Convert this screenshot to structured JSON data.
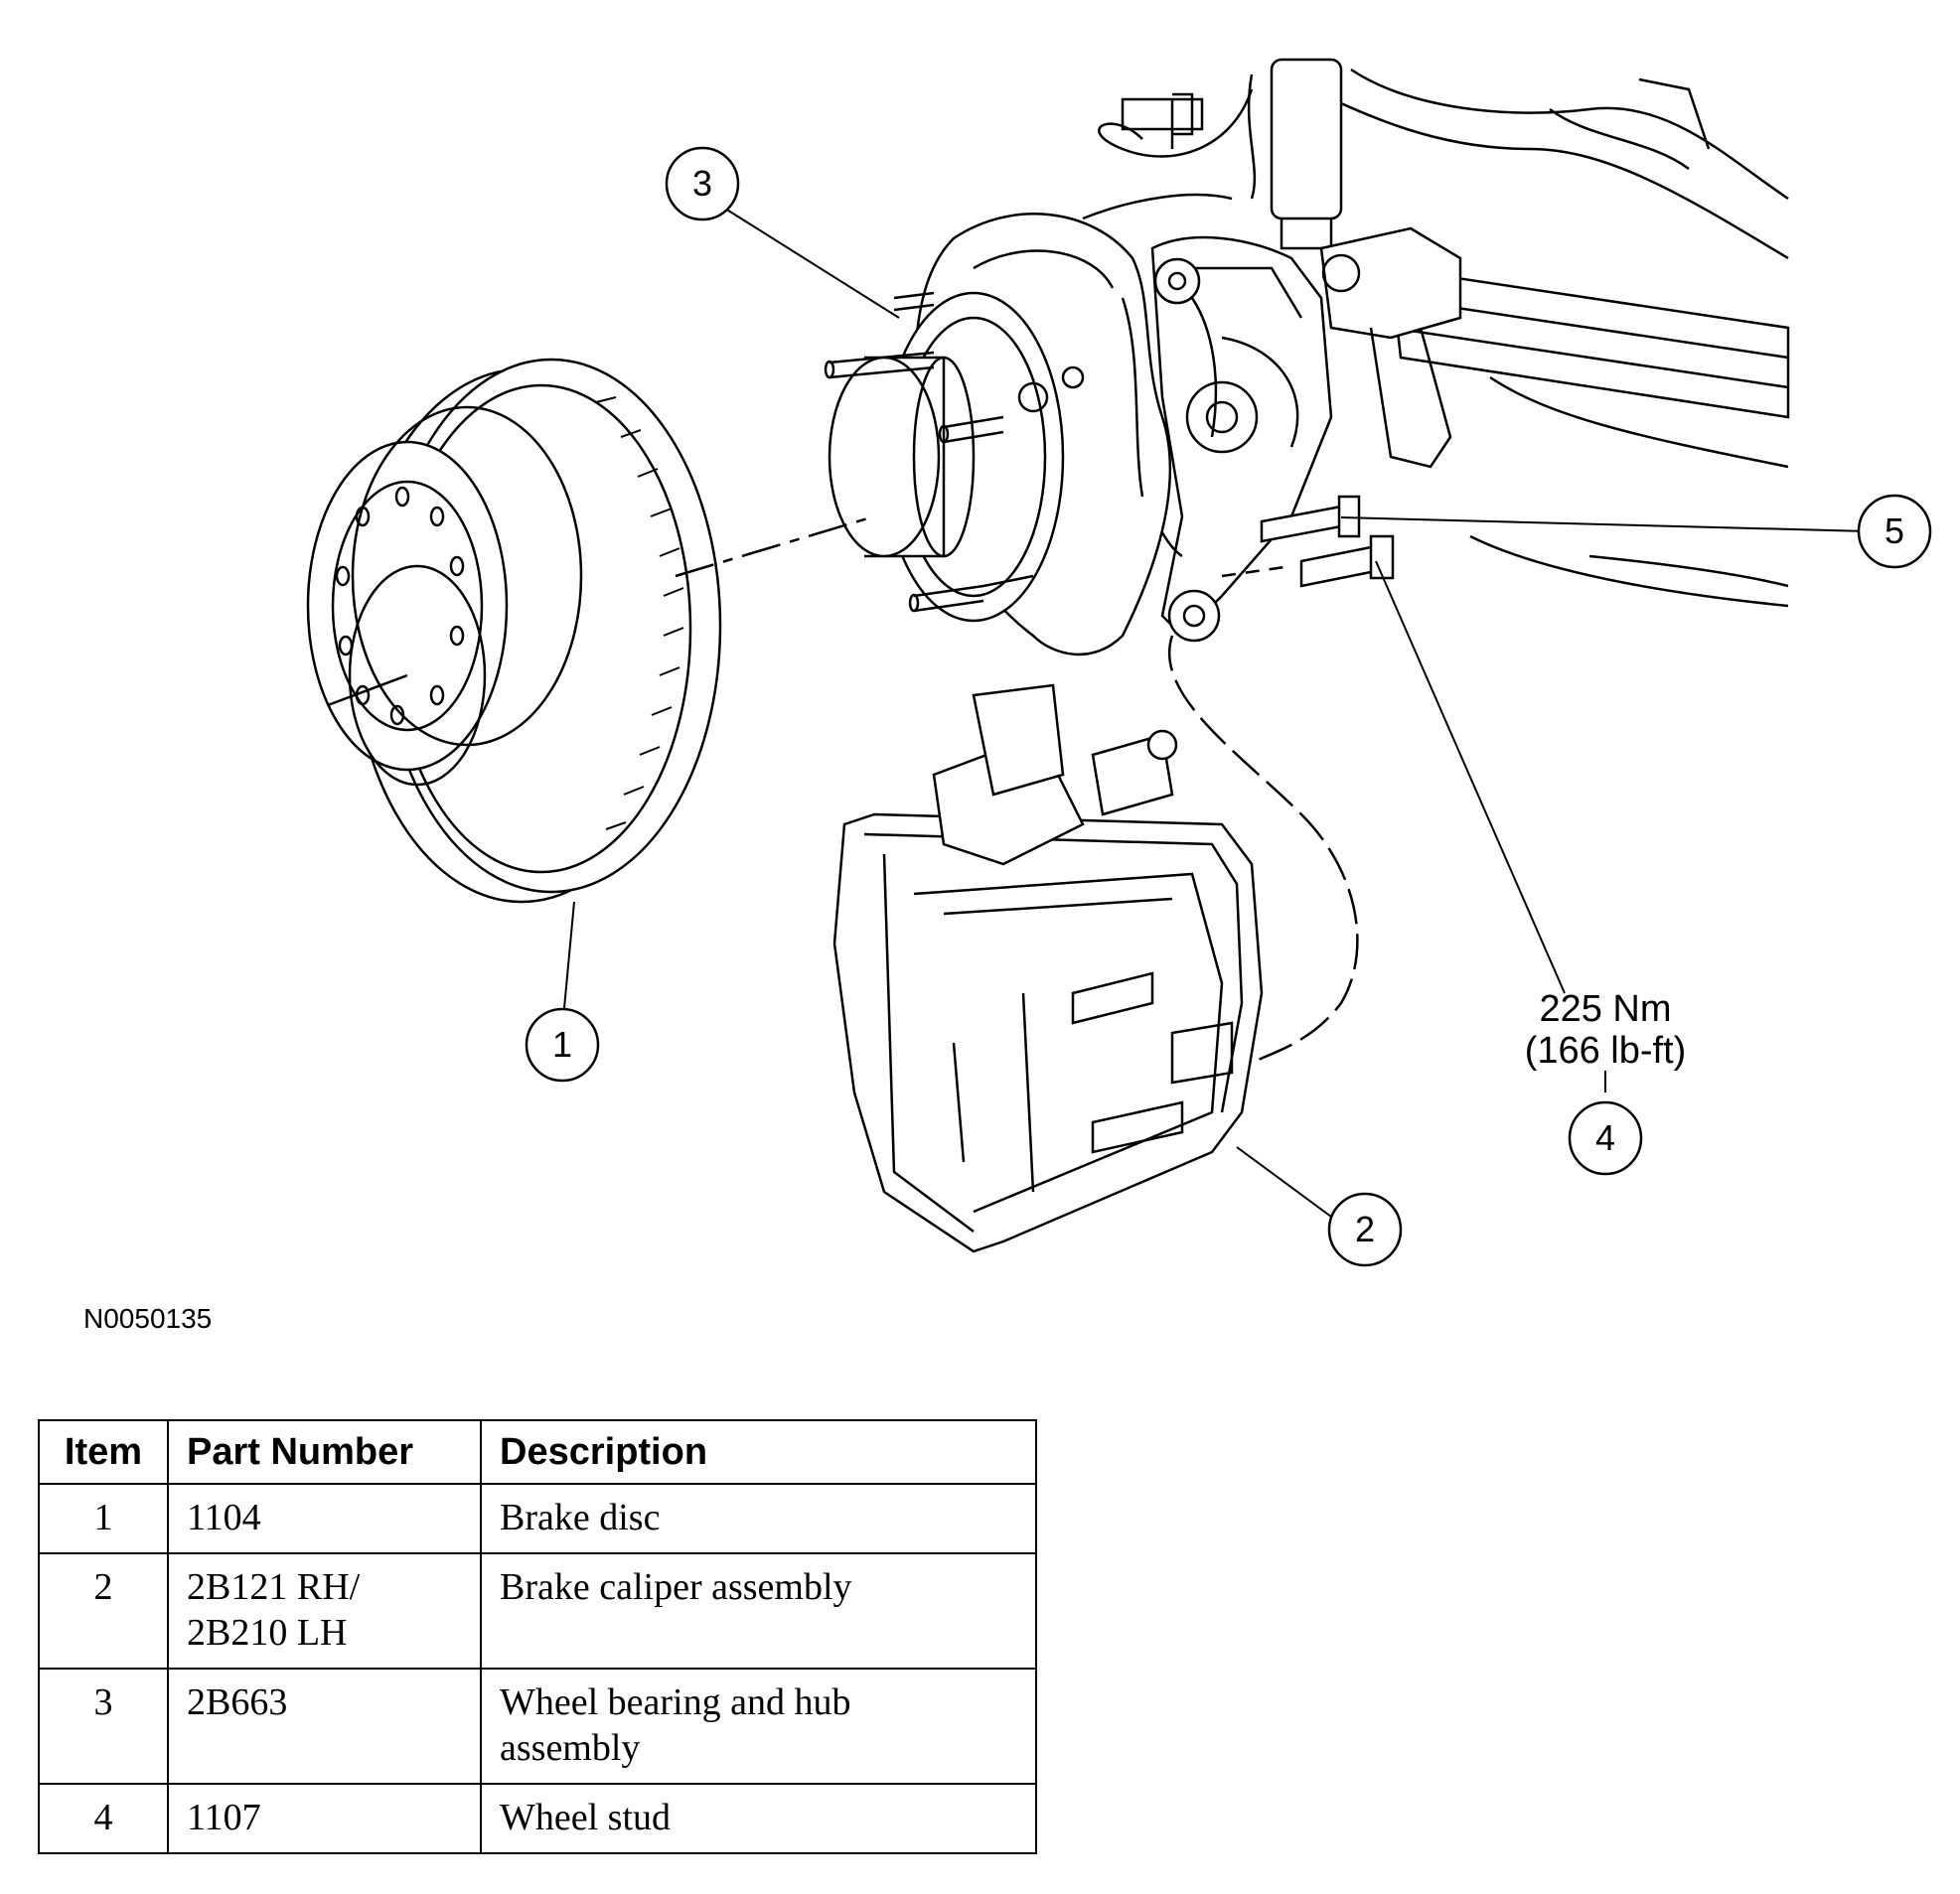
{
  "figure_id": "N0050135",
  "callouts": {
    "c1": "1",
    "c2": "2",
    "c3": "3",
    "c4": "4",
    "c5": "5"
  },
  "torque_spec": {
    "line1": "225 Nm",
    "line2": "(166 lb-ft)"
  },
  "table": {
    "headers": [
      "Item",
      "Part Number",
      "Description"
    ],
    "rows": [
      {
        "item": "1",
        "part_number": "1104",
        "description": "Brake disc"
      },
      {
        "item": "2",
        "part_number": "2B121 RH/ 2B210 LH",
        "description": "Brake caliper assembly"
      },
      {
        "item": "3",
        "part_number": "2B663",
        "description": "Wheel bearing and hub assembly"
      },
      {
        "item": "4",
        "part_number": "1107",
        "description": "Wheel stud"
      }
    ]
  }
}
